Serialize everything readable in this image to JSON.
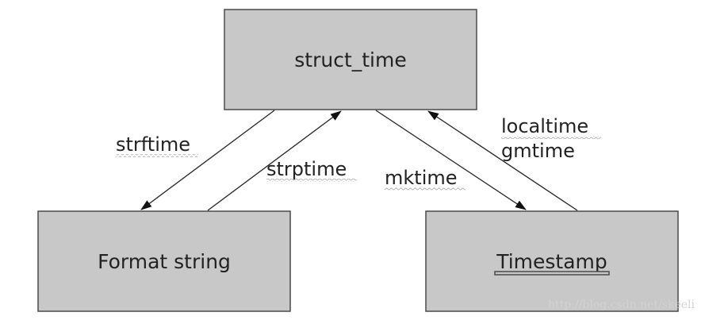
{
  "nodes": {
    "struct_time": "struct_time",
    "format_string": "Format string",
    "timestamp": "Timestamp"
  },
  "edges": {
    "strftime": "strftime",
    "strptime": "strptime",
    "mktime": "mktime",
    "localtime": "localtime",
    "gmtime": "gmtime"
  },
  "watermark": "http://blog.csdn.net/skeeli",
  "colors": {
    "box_fill": "#c8c8c8",
    "box_stroke": "#4a4a4a",
    "text": "#222222",
    "spellcheck_squiggle": "#b0b0b0",
    "watermark": "#d2d2d2"
  }
}
